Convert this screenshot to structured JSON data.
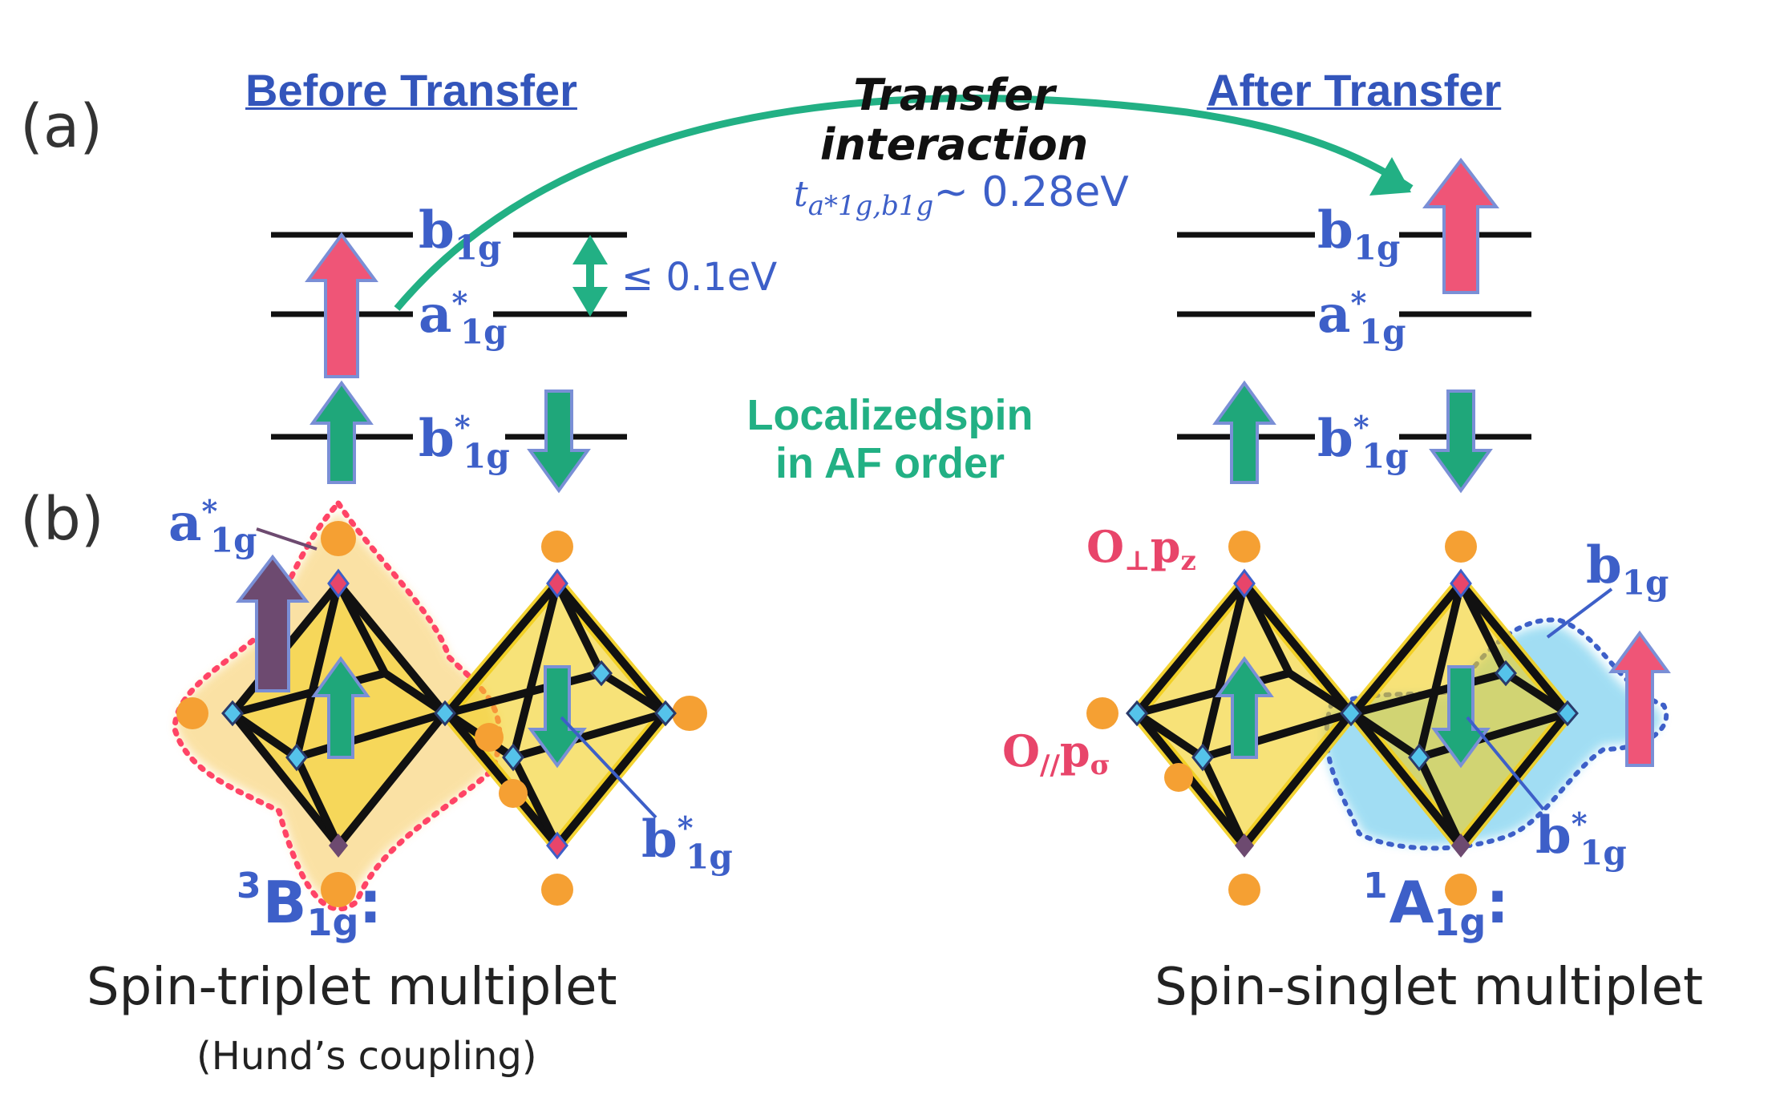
{
  "panel_labels": {
    "a": "(a)",
    "b": "(b)"
  },
  "headings": {
    "before": "Before Transfer",
    "after": "After Transfer"
  },
  "transfer": {
    "line1": "Transfer",
    "line2": "interaction",
    "t_symbol": "t",
    "t_subscript": "a*1g,b1g",
    "t_value": "~ 0.28eV"
  },
  "energy_gap": "≤ 0.1eV",
  "levels": {
    "b1g": {
      "main": "b",
      "sub": "1g"
    },
    "a1g_star": {
      "main": "a",
      "sup": "*",
      "sub": "1g"
    },
    "b1g_star": {
      "main": "b",
      "sup": "*",
      "sub": "1g"
    }
  },
  "localized_spin": {
    "line1": "Localizedspin",
    "line2": "in AF order"
  },
  "orbital_labels": {
    "o_perp": {
      "main": "O",
      "mid": "⊥",
      "p": "p",
      "sub": "z"
    },
    "o_par": {
      "main": "O",
      "mid": "//",
      "p": "p",
      "sub": "σ"
    }
  },
  "states": {
    "triplet": {
      "sup": "3",
      "main": "B",
      "sub": "1g",
      "suffix": ":"
    },
    "singlet": {
      "sup": "1",
      "main": "A",
      "sub": "1g",
      "suffix": ":"
    }
  },
  "multiplets": {
    "triplet": "Spin-triplet multiplet",
    "triplet_note": "(Hund’s coupling)",
    "singlet": "Spin-singlet multiplet"
  },
  "colors": {
    "up_arrow_red": "#ef5577",
    "spin_arrow_green": "#1fa77a",
    "transfer_curve": "#22b084",
    "label_blue": "#3d5fc8",
    "orbital_pink": "#e8456a",
    "octahedron_yellow": "#f2cf1e",
    "orbital_orange": "#f5a033",
    "triplet_outline": "#ff4466",
    "singlet_cloud": "#55c3ea",
    "big_arrow_purple": "#6d4a70"
  }
}
